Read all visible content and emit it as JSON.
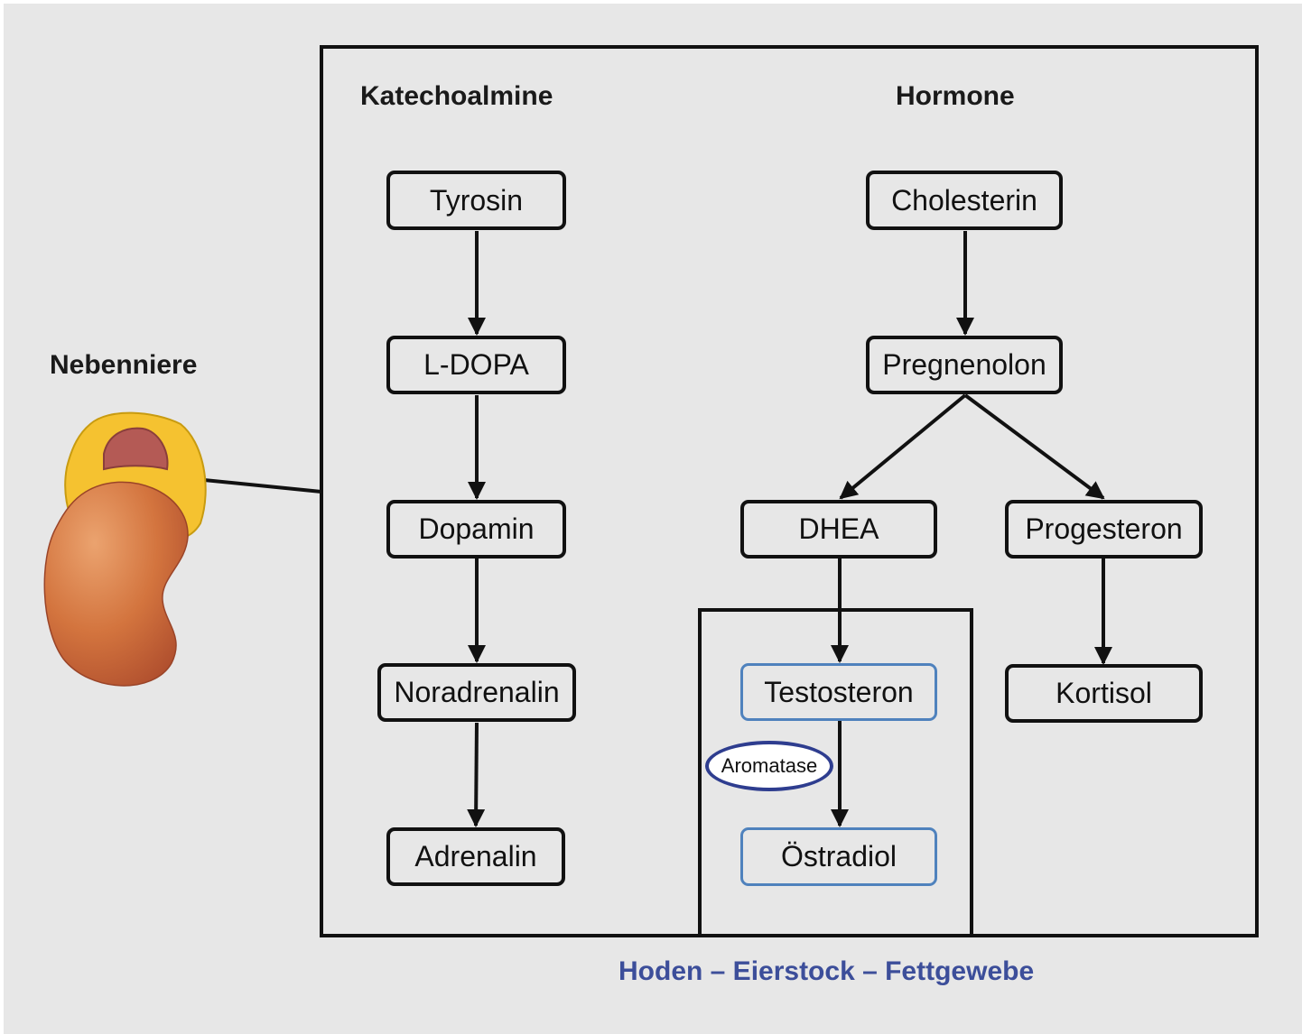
{
  "organ": {
    "label": "Nebenniere"
  },
  "catecholamines": {
    "heading": "Katechoalmine",
    "steps": [
      "Tyrosin",
      "L-DOPA",
      "Dopamin",
      "Noradrenalin",
      "Adrenalin"
    ]
  },
  "hormones": {
    "heading": "Hormone",
    "cholesterin": "Cholesterin",
    "pregnenolon": "Pregnenolon",
    "dhea": "DHEA",
    "progesteron": "Progesteron",
    "testosteron": "Testosteron",
    "kortisol": "Kortisol",
    "oestradiol": "Östradiol",
    "enzyme": "Aromatase"
  },
  "peripheral_tissues": "Hoden – Eierstock – Fettgewebe",
  "colors": {
    "background": "#e7e7e7",
    "line": "#111111",
    "blue_box_border": "#4f82bd",
    "enzyme_border": "#2e3d8f",
    "tissue_text": "#3c4e9a",
    "adrenal_cortex": "#f5c230",
    "adrenal_medulla": "#b45a55",
    "kidney": "#c8673a"
  }
}
